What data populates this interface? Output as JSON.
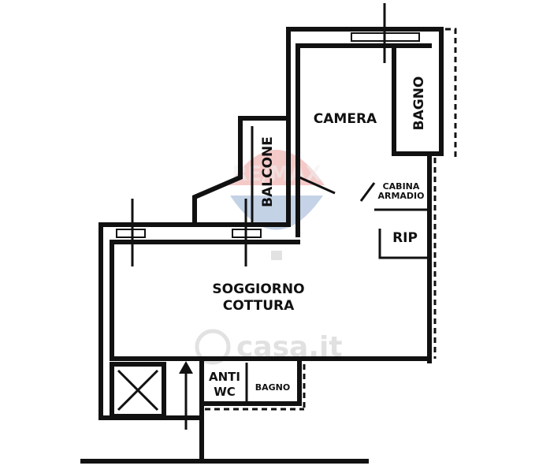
{
  "rooms": {
    "camera": "CAMERA",
    "bagno_top": "BAGNO",
    "balcone": "BALCONE",
    "cabina_line1": "CABINA",
    "cabina_line2": "ARMADIO",
    "rip": "RIP",
    "soggiorno_line1": "SOGGIORNO",
    "soggiorno_line2": "COTTURA",
    "anti_line1": "ANTI",
    "anti_line2": "WC",
    "bagno_bottom": "BAGNO"
  },
  "watermarks": {
    "brand": "RE/MAX",
    "site": "casa.it"
  },
  "colors": {
    "wall": "#111111",
    "background": "#ffffff",
    "watermark_red": "#d9453f",
    "watermark_blue": "#2f5fa8",
    "watermark_gray": "#c9c9c9"
  }
}
